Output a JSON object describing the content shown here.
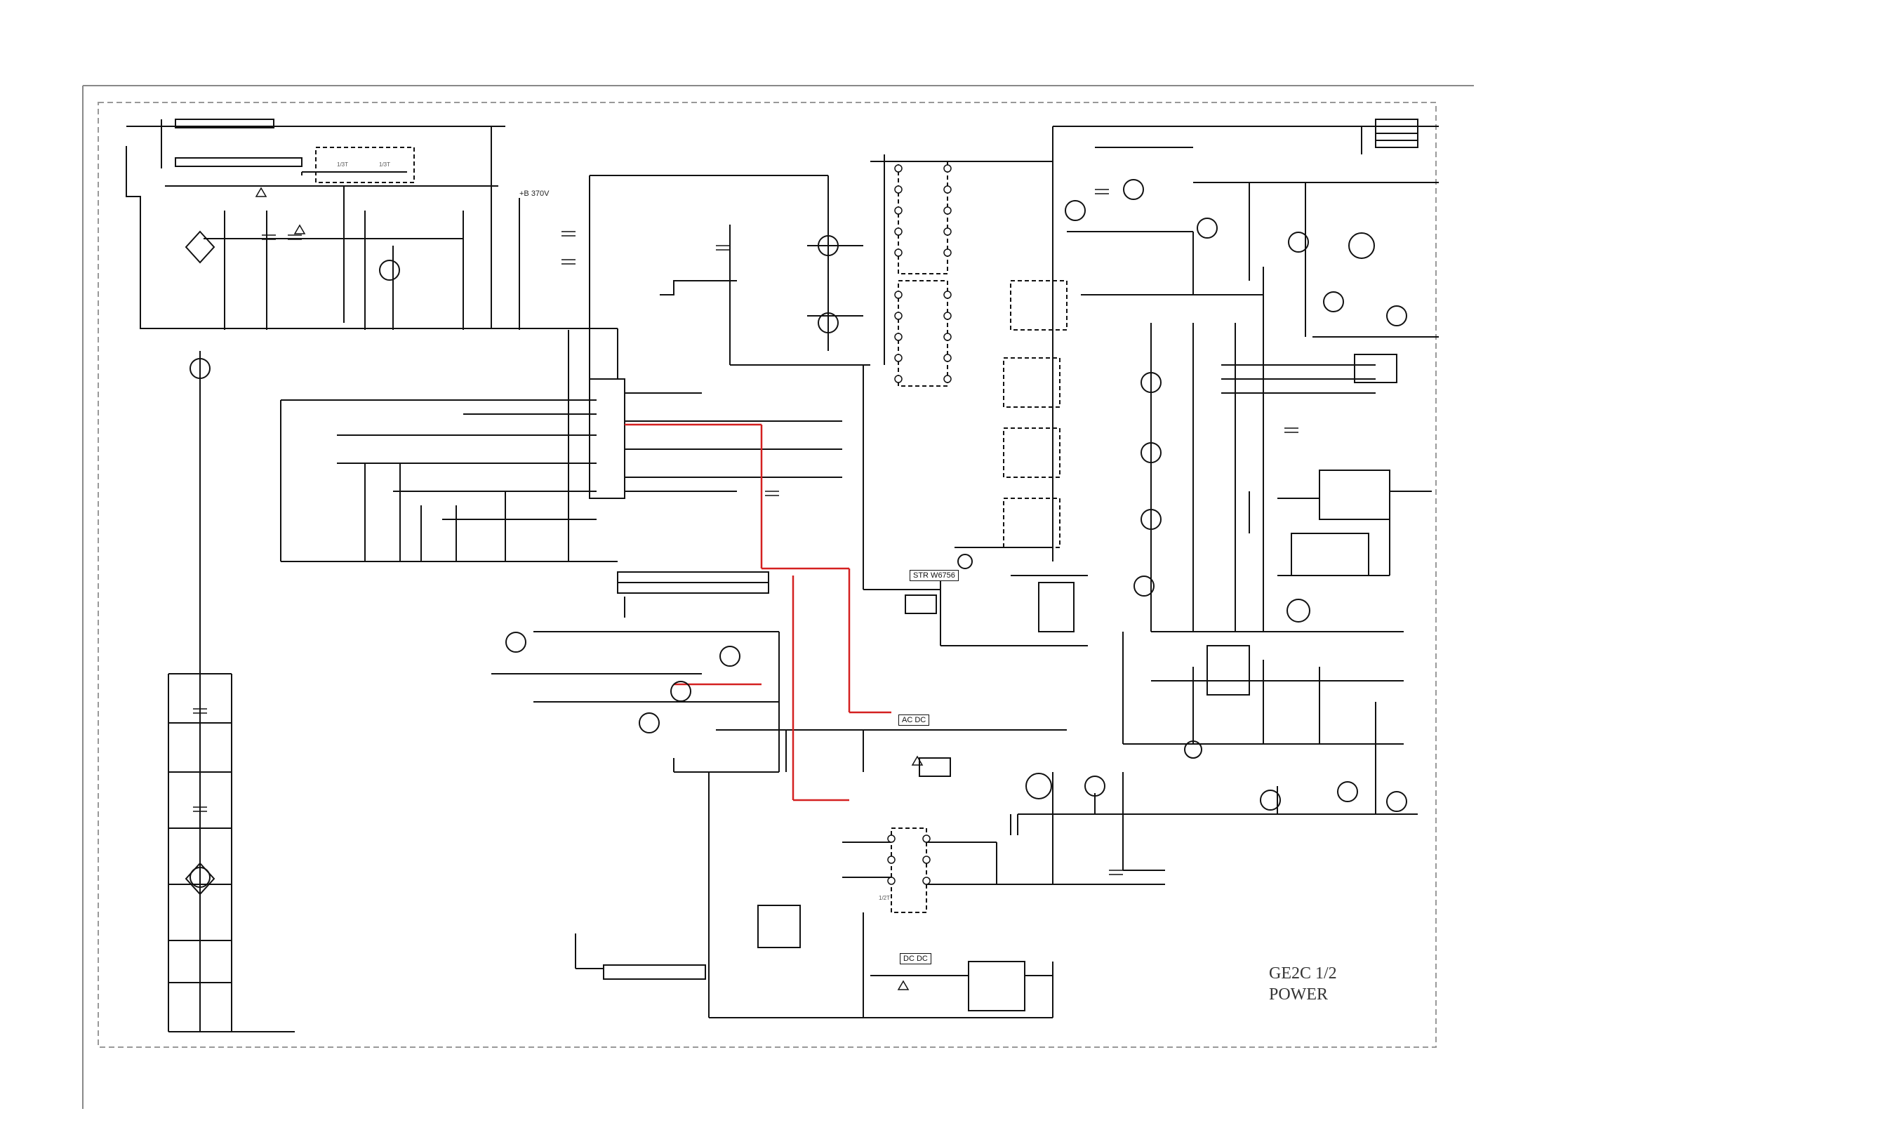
{
  "title_block": {
    "line1": "GE2C 1/2",
    "line2": "POWER"
  },
  "net_labels": {
    "b1": "STR W6756",
    "b2": "AC DC",
    "b3": "DC DC",
    "hv": "+B 370V"
  },
  "winding_labels": {
    "a": "1/3T",
    "b": "1/3T",
    "c": "1/2T"
  },
  "colors": {
    "line": "#111111",
    "highlight": "#d42020",
    "frame": "#888888"
  },
  "icons": [
    "transformer-icon",
    "bridge-rectifier-icon",
    "transistor-icon",
    "optocoupler-icon",
    "ic-icon",
    "warning-triangle-icon"
  ]
}
